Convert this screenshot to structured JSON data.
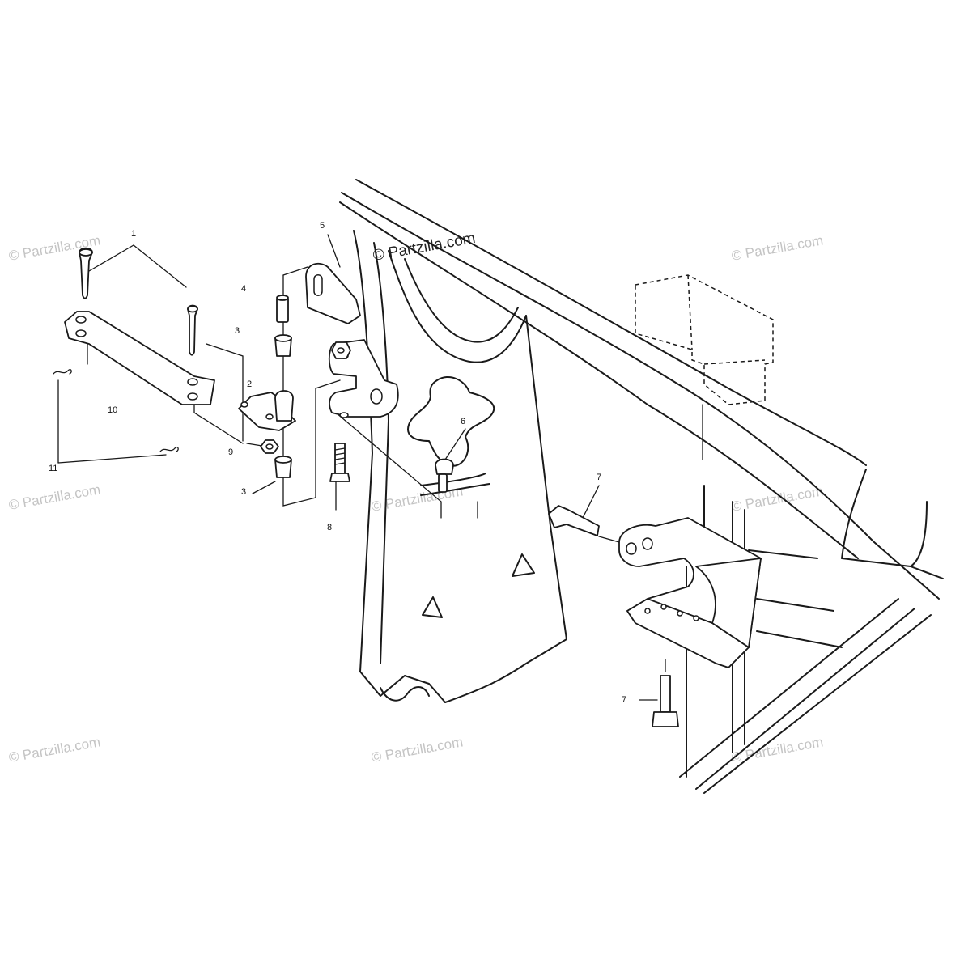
{
  "diagram": {
    "callouts": [
      {
        "label": "1"
      },
      {
        "label": "2"
      },
      {
        "label": "3"
      },
      {
        "label": "3"
      },
      {
        "label": "4"
      },
      {
        "label": "5"
      },
      {
        "label": "6"
      },
      {
        "label": "7"
      },
      {
        "label": "7"
      },
      {
        "label": "8"
      },
      {
        "label": "9"
      },
      {
        "label": "10"
      },
      {
        "label": "11"
      }
    ],
    "watermark": "© Partzilla.com"
  }
}
